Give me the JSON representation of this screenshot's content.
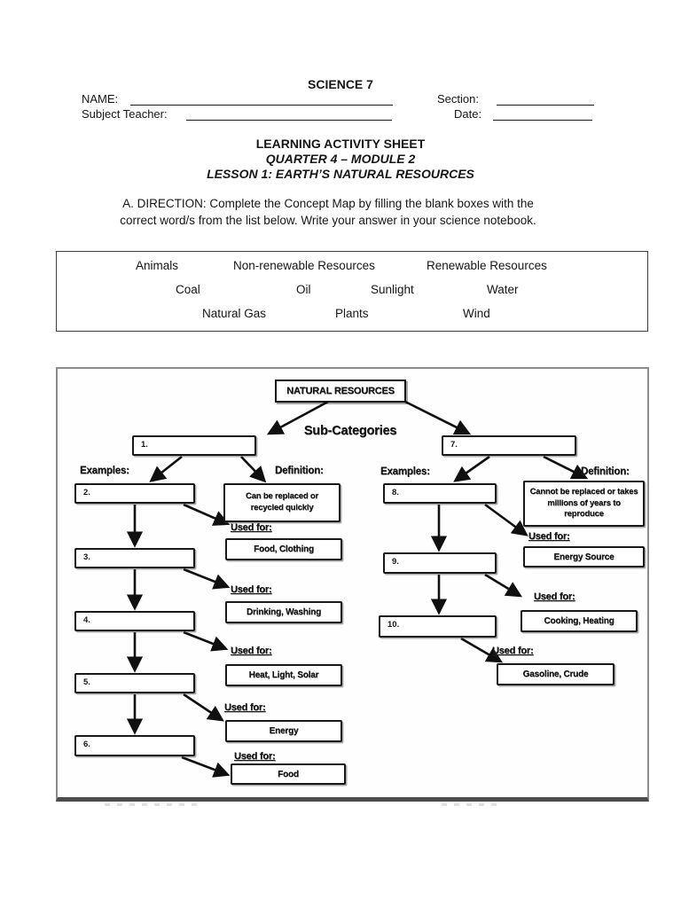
{
  "page": {
    "course_title": "SCIENCE 7"
  },
  "header": {
    "name_label": "NAME:",
    "section_label": "Section:",
    "subject_teacher_label": "Subject Teacher:",
    "date_label": "Date:"
  },
  "title_block": {
    "line1": "LEARNING ACTIVITY SHEET",
    "line2": "QUARTER 4 – MODULE 2",
    "line3": "LESSON 1: EARTH’S NATURAL RESOURCES"
  },
  "direction": {
    "line1": "A. DIRECTION: Complete the Concept Map by filling the blank boxes with the",
    "line2": "correct word/s from the list below. Write your answer in your science notebook."
  },
  "word_bank": {
    "row1": [
      "Animals",
      "Non-renewable Resources",
      "Renewable Resources"
    ],
    "row2": [
      "Coal",
      "Oil",
      "Sunlight",
      "Water"
    ],
    "row3": [
      "Natural Gas",
      "Plants",
      "Wind"
    ]
  },
  "concept_map": {
    "root_label": "NATURAL RESOURCES",
    "subtitle": "Sub-Categories",
    "examples_label": "Examples:",
    "definition_label": "Definition:",
    "used_for_label": "Used for:",
    "left": {
      "category_blank": "1.",
      "definition": "Can be replaced or recycled quickly",
      "example_blanks": [
        "2.",
        "3.",
        "4.",
        "5.",
        "6."
      ],
      "used_for": [
        "Food, Clothing",
        "Drinking, Washing",
        "Heat, Light, Solar",
        "Energy",
        "Food"
      ]
    },
    "right": {
      "category_blank": "7.",
      "definition": "Cannot be replaced or takes millions of years to reproduce",
      "example_blanks": [
        "8.",
        "9.",
        "10."
      ],
      "used_for": [
        "Energy Source",
        "Cooking, Heating",
        "Gasoline, Crude"
      ]
    }
  }
}
